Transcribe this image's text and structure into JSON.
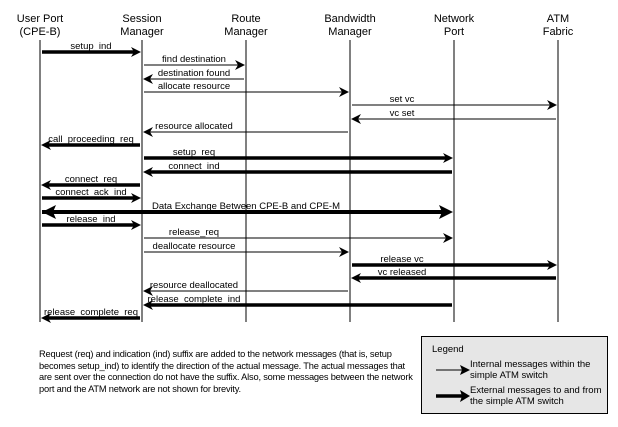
{
  "participants": [
    {
      "id": "user_port",
      "line1": "User Port",
      "line2": "(CPE-B)"
    },
    {
      "id": "session_manager",
      "line1": "Session",
      "line2": "Manager"
    },
    {
      "id": "route_manager",
      "line1": "Route",
      "line2": "Manager"
    },
    {
      "id": "bandwidth_manager",
      "line1": "Bandwidth",
      "line2": "Manager"
    },
    {
      "id": "network_port",
      "line1": "Network",
      "line2": "Port"
    },
    {
      "id": "atm_fabric",
      "line1": "ATM",
      "line2": "Fabric"
    }
  ],
  "messages": [
    {
      "label": "setup_ind",
      "from": 0,
      "to": 1,
      "kind": "external"
    },
    {
      "label": "find destination",
      "from": 1,
      "to": 2,
      "kind": "internal"
    },
    {
      "label": "destination found",
      "from": 2,
      "to": 1,
      "kind": "internal"
    },
    {
      "label": "allocate resource",
      "from": 1,
      "to": 3,
      "kind": "internal"
    },
    {
      "label": "set vc",
      "from": 3,
      "to": 5,
      "kind": "internal"
    },
    {
      "label": "vc set",
      "from": 5,
      "to": 3,
      "kind": "internal"
    },
    {
      "label": "resource allocated",
      "from": 3,
      "to": 1,
      "kind": "internal"
    },
    {
      "label": "call_proceeding_req",
      "from": 1,
      "to": 0,
      "kind": "external"
    },
    {
      "label": "setup_req",
      "from": 1,
      "to": 4,
      "kind": "external"
    },
    {
      "label": "connect_ind",
      "from": 4,
      "to": 1,
      "kind": "external"
    },
    {
      "label": "connect_req",
      "from": 1,
      "to": 0,
      "kind": "external"
    },
    {
      "label": "connect_ack_ind",
      "from": 0,
      "to": 1,
      "kind": "external"
    },
    {
      "label": "Data Exchange Between CPE-B and CPE-M",
      "from": 0,
      "to": 4,
      "kind": "data",
      "bidirectional": true
    },
    {
      "label": "release_ind",
      "from": 0,
      "to": 1,
      "kind": "external"
    },
    {
      "label": "release_req",
      "from": 1,
      "to": 4,
      "kind": "internal"
    },
    {
      "label": "deallocate resource",
      "from": 1,
      "to": 3,
      "kind": "internal"
    },
    {
      "label": "release vc",
      "from": 3,
      "to": 5,
      "kind": "external"
    },
    {
      "label": "vc released",
      "from": 5,
      "to": 3,
      "kind": "external"
    },
    {
      "label": "resource deallocated",
      "from": 3,
      "to": 1,
      "kind": "internal"
    },
    {
      "label": "release_complete_ind",
      "from": 4,
      "to": 1,
      "kind": "external"
    },
    {
      "label": "release_complete_req",
      "from": 1,
      "to": 0,
      "kind": "external"
    }
  ],
  "note": "Request (req) and indication (ind) suffix are added to the network messages (that is, setup becomes setup_ind) to identify the direction of the actual message. The actual messages that are sent over the connection do not have the suffix. Also, some messages between the network port and the ATM network are not shown for brevity.",
  "legend": {
    "title": "Legend",
    "items": [
      {
        "kind": "internal",
        "text": "Internal messages within the simple ATM switch"
      },
      {
        "kind": "external",
        "text": "External messages to and from the simple ATM switch"
      }
    ]
  },
  "colors": {
    "line": "#000000",
    "legend_bg": "#e6e6e6"
  }
}
